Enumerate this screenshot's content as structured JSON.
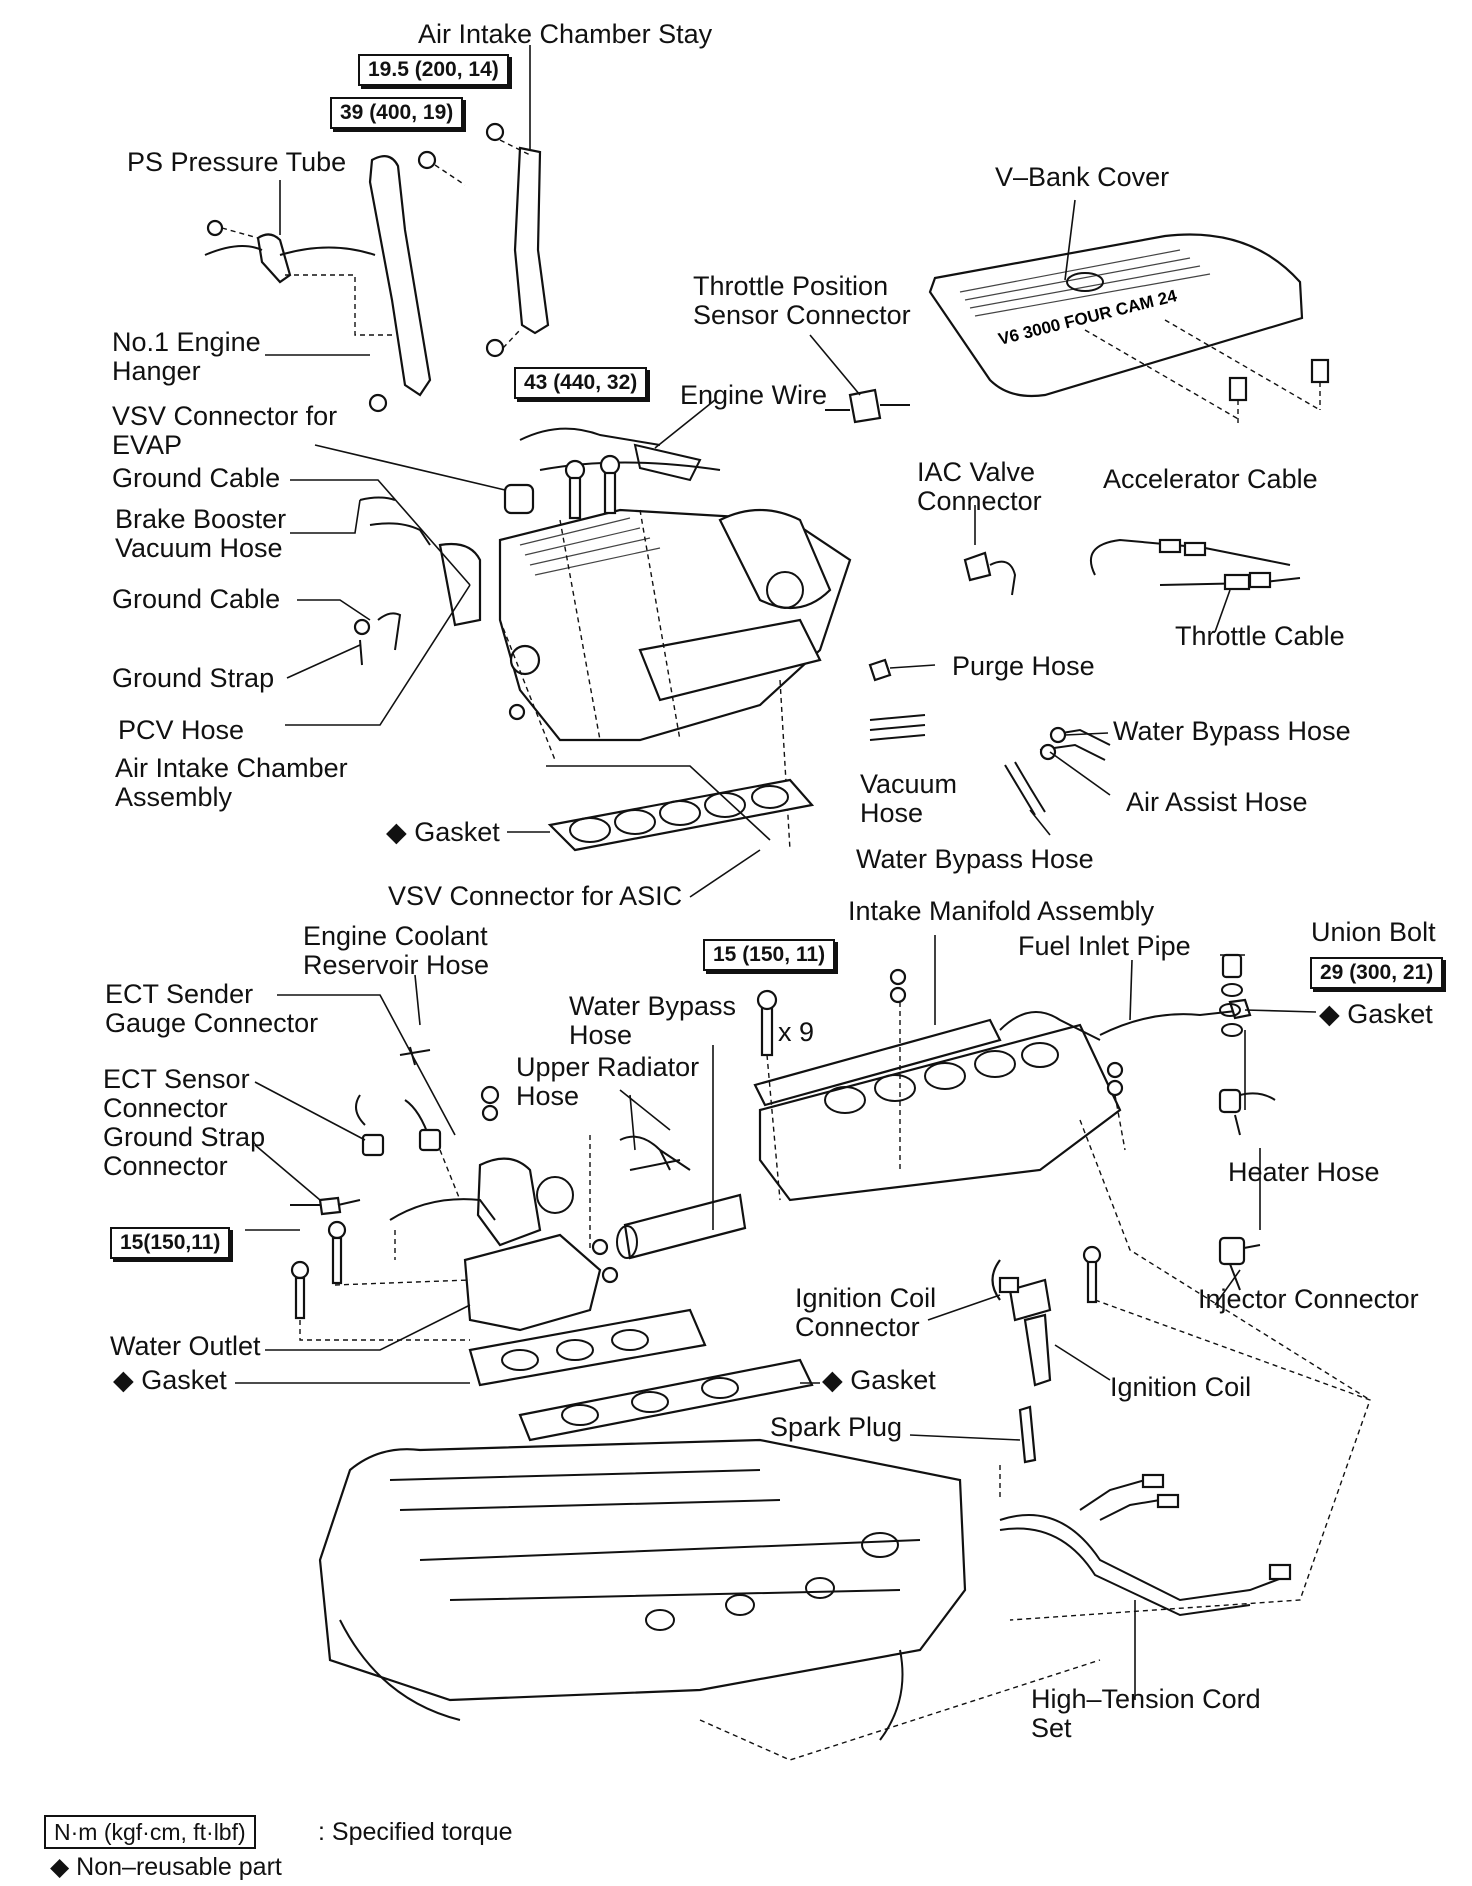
{
  "labels": {
    "air_intake_chamber_stay": "Air Intake Chamber Stay",
    "ps_pressure_tube": "PS Pressure Tube",
    "v_bank_cover": "V–Bank Cover",
    "throttle_position_sensor_connector": "Throttle Position\nSensor Connector",
    "no1_engine_hanger": "No.1 Engine\nHanger",
    "engine_wire": "Engine Wire",
    "vsv_connector_evap": "VSV Connector for\nEVAP",
    "ground_cable_1": "Ground Cable",
    "iac_valve_connector": "IAC Valve\nConnector",
    "accelerator_cable": "Accelerator Cable",
    "brake_booster_vacuum_hose": "Brake Booster\nVacuum Hose",
    "ground_cable_2": "Ground Cable",
    "throttle_cable": "Throttle Cable",
    "purge_hose": "Purge Hose",
    "ground_strap": "Ground Strap",
    "pcv_hose": "PCV Hose",
    "water_bypass_hose_1": "Water Bypass Hose",
    "vacuum_hose": "Vacuum\nHose",
    "air_intake_chamber_assembly": "Air Intake Chamber\nAssembly",
    "air_assist_hose": "Air Assist Hose",
    "gasket_1": "◆ Gasket",
    "water_bypass_hose_2": "Water Bypass Hose",
    "vsv_connector_asic": "VSV Connector for ASIC",
    "intake_manifold_assembly": "Intake Manifold Assembly",
    "engine_coolant_reservoir_hose": "Engine Coolant\nReservoir Hose",
    "union_bolt": "Union Bolt",
    "fuel_inlet_pipe": "Fuel Inlet Pipe",
    "ect_sender_gauge_connector": "ECT Sender\nGauge Connector",
    "water_bypass_hose_3": "Water Bypass\nHose",
    "gasket_2": "◆ Gasket",
    "times_nine": "x 9",
    "ect_sensor_connector": "ECT Sensor\nConnector",
    "upper_radiator_hose": "Upper Radiator\nHose",
    "ground_strap_connector": "Ground Strap\nConnector",
    "heater_hose": "Heater Hose",
    "injector_connector": "Injector Connector",
    "ignition_coil_connector": "Ignition Coil\nConnector",
    "water_outlet": "Water Outlet",
    "ignition_coil": "Ignition Coil",
    "gasket_3": "◆ Gasket",
    "gasket_4": "◆ Gasket",
    "spark_plug": "Spark Plug",
    "high_tension_cord_set": "High–Tension Cord\nSet"
  },
  "torques": {
    "t_19_5": "19.5 (200, 14)",
    "t_39": "39 (400, 19)",
    "t_43": "43 (440, 32)",
    "t_15_a": "15 (150, 11)",
    "t_29": "29 (300, 21)",
    "t_15_b": "15(150,11)"
  },
  "legend": {
    "unit_box": "N·m (kgf·cm, ft·lbf)",
    "unit_desc": ": Specified torque",
    "non_reusable": "◆ Non–reusable part"
  },
  "cover_text": "V6 3000 FOUR CAM 24"
}
